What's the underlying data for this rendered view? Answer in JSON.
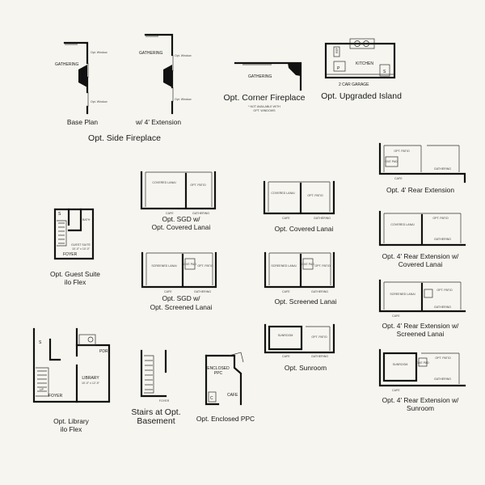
{
  "side_fireplace": {
    "gathering": "GATHERING",
    "opt_window": "Opt. Window",
    "base_plan": "Base Plan",
    "extension": "w/ 4' Extension",
    "title": "Opt. Side Fireplace"
  },
  "corner_fireplace": {
    "gathering": "GATHERING",
    "title": "Opt. Corner Fireplace",
    "note_line1": "* NOT AVAILABLE WITH",
    "note_line2": "OPT. WINDOWS"
  },
  "upgraded_island": {
    "kitchen": "KITCHEN",
    "garage": "2 CAR GARAGE",
    "refrigerator": "REF",
    "pantry": "P",
    "stairs": "S",
    "title": "Opt. Upgraded Island"
  },
  "guest_suite": {
    "stairs": "S",
    "bath": "BATH",
    "guest_suite": "GUEST SUITE",
    "guest_suite_dim": "10'-0\" x 10'-0\"",
    "foyer": "FOYER",
    "title_line1": "Opt. Guest Suite",
    "title_line2": "ilo Flex"
  },
  "sgd_covered": {
    "covered_lanai": "COVERED LANAI",
    "opt_patio": "OPT. PATIO",
    "cafe": "CAFE",
    "gathering": "GATHERING",
    "title_line1": "Opt. SGD w/",
    "title_line2": "Opt. Covered Lanai"
  },
  "covered": {
    "covered_lanai": "COVERED LANAI",
    "opt_patio": "OPT. PATIO",
    "cafe": "CAFE",
    "gathering": "GATHERING",
    "title": "Opt. Covered Lanai"
  },
  "rear_ext": {
    "opt_patio": "OPT. PATIO",
    "pad": "GVE PAD",
    "cafe": "CAFE",
    "gathering": "GATHERING",
    "title": "Opt. 4' Rear Extension"
  },
  "rear_ext_covered": {
    "covered_lanai": "COVERED LANAI",
    "opt_patio": "OPT. PATIO",
    "gathering": "GATHERING",
    "title_line1": "Opt. 4' Rear Extension w/",
    "title_line2": "Covered Lanai"
  },
  "sgd_screened": {
    "screened_lanai": "SCREENED LANAI",
    "pad": "GVE PAD",
    "opt_patio": "OPT. PATIO",
    "cafe": "CAFE",
    "gathering": "GATHERING",
    "title_line1": "Opt. SGD w/",
    "title_line2": "Opt. Screened Lanai"
  },
  "screened": {
    "screened_lanai": "SCREENED LANAI",
    "pad": "GVE PAD",
    "opt_patio": "OPT. PATIO",
    "cafe": "CAFE",
    "gathering": "GATHERING",
    "title": "Opt. Screened Lanai"
  },
  "rear_ext_screened": {
    "screened_lanai": "SCREENED LANAI",
    "opt_patio": "OPT. PATIO",
    "cafe": "CAFE",
    "gathering": "GATHERING",
    "title_line1": "Opt. 4' Rear Extension w/",
    "title_line2": "Screened Lanai"
  },
  "sunroom": {
    "sunroom": "SUNROOM",
    "opt_patio": "OPT. PATIO",
    "cafe": "CAFE",
    "gathering": "GATHERING",
    "title": "Opt. Sunroom"
  },
  "rear_ext_sunroom": {
    "sunroom": "SUNROOM",
    "pad": "GVE PAD",
    "opt_patio": "OPT. PATIO",
    "cafe": "CAFE",
    "gathering": "GATHERING",
    "title_line1": "Opt. 4' Rear Extension w/",
    "title_line2": "Sunroom"
  },
  "library": {
    "stairs": "S",
    "pdr": "PDR",
    "library": "LIBRARY",
    "library_dim": "10'-0\" x 12'-9\"",
    "foyer": "FOYER",
    "up": "UP",
    "title_line1": "Opt. Library",
    "title_line2": "ilo Flex"
  },
  "stairs_basement": {
    "foyer": "FOYER",
    "title_line1": "Stairs at Opt.",
    "title_line2": "Basement"
  },
  "enclosed_ppc": {
    "enclosed": "ENCLOSED",
    "ppc": "PPC",
    "cafe": "CAFE",
    "closet": "C",
    "title": "Opt. Enclosed PPC"
  }
}
